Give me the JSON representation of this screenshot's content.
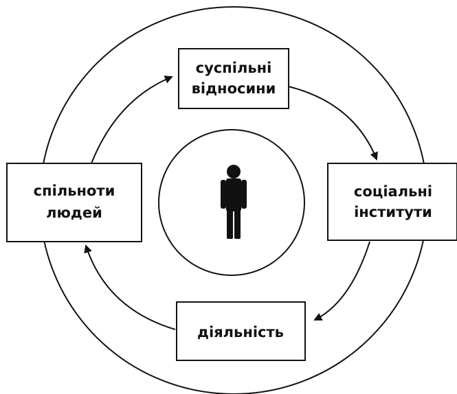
{
  "diagram": {
    "top_box": {
      "line1": "суспільні",
      "line2": "відносини"
    },
    "right_box": {
      "line1": "соціальні",
      "line2": "інститути"
    },
    "bottom_box": {
      "line1": "діяльність"
    },
    "left_box": {
      "line1": "спільноти",
      "line2": "людей"
    },
    "center_icon": "person-icon",
    "colors": {
      "stroke": "#111111",
      "fill": "#ffffff",
      "figure": "#111111"
    }
  }
}
